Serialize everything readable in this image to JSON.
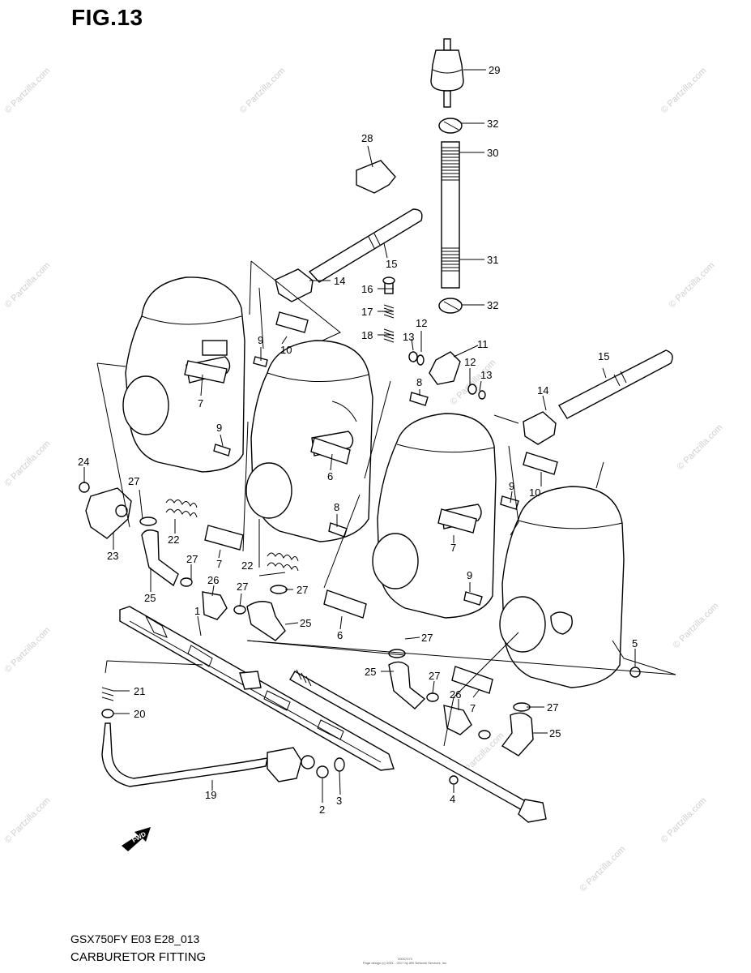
{
  "figure": {
    "title": "FIG.13",
    "model_code": "GSX750FY E03 E28_013",
    "caption": "CARBURETOR FITTING",
    "copyright_line1": "00007073",
    "copyright_line2": "Page design (c) 2001 - 2017 by ARI Network Services, Inc.",
    "watermark": "© Partzilla.com",
    "fwd_label": "FWD"
  },
  "callouts": [
    {
      "label": "29"
    },
    {
      "label": "32"
    },
    {
      "label": "30"
    },
    {
      "label": "31"
    },
    {
      "label": "32"
    },
    {
      "label": "28"
    },
    {
      "label": "15"
    },
    {
      "label": "14"
    },
    {
      "label": "16"
    },
    {
      "label": "17"
    },
    {
      "label": "18"
    },
    {
      "label": "13"
    },
    {
      "label": "12"
    },
    {
      "label": "11"
    },
    {
      "label": "12"
    },
    {
      "label": "13"
    },
    {
      "label": "10"
    },
    {
      "label": "9"
    },
    {
      "label": "8"
    },
    {
      "label": "15"
    },
    {
      "label": "14"
    },
    {
      "label": "7"
    },
    {
      "label": "9"
    },
    {
      "label": "6"
    },
    {
      "label": "24"
    },
    {
      "label": "27"
    },
    {
      "label": "22"
    },
    {
      "label": "23"
    },
    {
      "label": "9"
    },
    {
      "label": "10"
    },
    {
      "label": "8"
    },
    {
      "label": "7"
    },
    {
      "label": "7"
    },
    {
      "label": "22"
    },
    {
      "label": "27"
    },
    {
      "label": "25"
    },
    {
      "label": "26"
    },
    {
      "label": "27"
    },
    {
      "label": "27"
    },
    {
      "label": "9"
    },
    {
      "label": "25"
    },
    {
      "label": "1"
    },
    {
      "label": "6"
    },
    {
      "label": "27"
    },
    {
      "label": "5"
    },
    {
      "label": "25"
    },
    {
      "label": "27"
    },
    {
      "label": "21"
    },
    {
      "label": "20"
    },
    {
      "label": "26"
    },
    {
      "label": "7"
    },
    {
      "label": "27"
    },
    {
      "label": "25"
    },
    {
      "label": "19"
    },
    {
      "label": "2"
    },
    {
      "label": "3"
    },
    {
      "label": "4"
    }
  ]
}
